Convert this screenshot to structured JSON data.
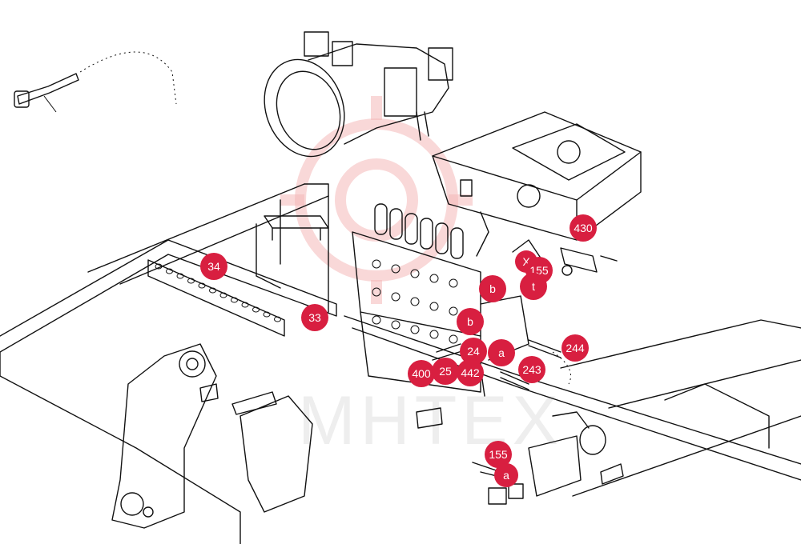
{
  "watermark": {
    "text": "MHTEX"
  },
  "callouts": [
    {
      "id": "c430",
      "label": "430"
    },
    {
      "id": "c34",
      "label": "34"
    },
    {
      "id": "c33",
      "label": "33"
    },
    {
      "id": "cX",
      "label": "X"
    },
    {
      "id": "c155a",
      "label": "155"
    },
    {
      "id": "cb1",
      "label": "b"
    },
    {
      "id": "ct",
      "label": "t"
    },
    {
      "id": "cb2",
      "label": "b"
    },
    {
      "id": "c24",
      "label": "24"
    },
    {
      "id": "ca1",
      "label": "a"
    },
    {
      "id": "c244",
      "label": "244"
    },
    {
      "id": "c243",
      "label": "243"
    },
    {
      "id": "c400",
      "label": "400"
    },
    {
      "id": "c25",
      "label": "25"
    },
    {
      "id": "c442",
      "label": "442"
    },
    {
      "id": "c155b",
      "label": "155"
    },
    {
      "id": "ca2",
      "label": "a"
    }
  ],
  "colors": {
    "callout": "#d81f40",
    "lineart": "#111111",
    "watermark": "#f4b8b8"
  }
}
